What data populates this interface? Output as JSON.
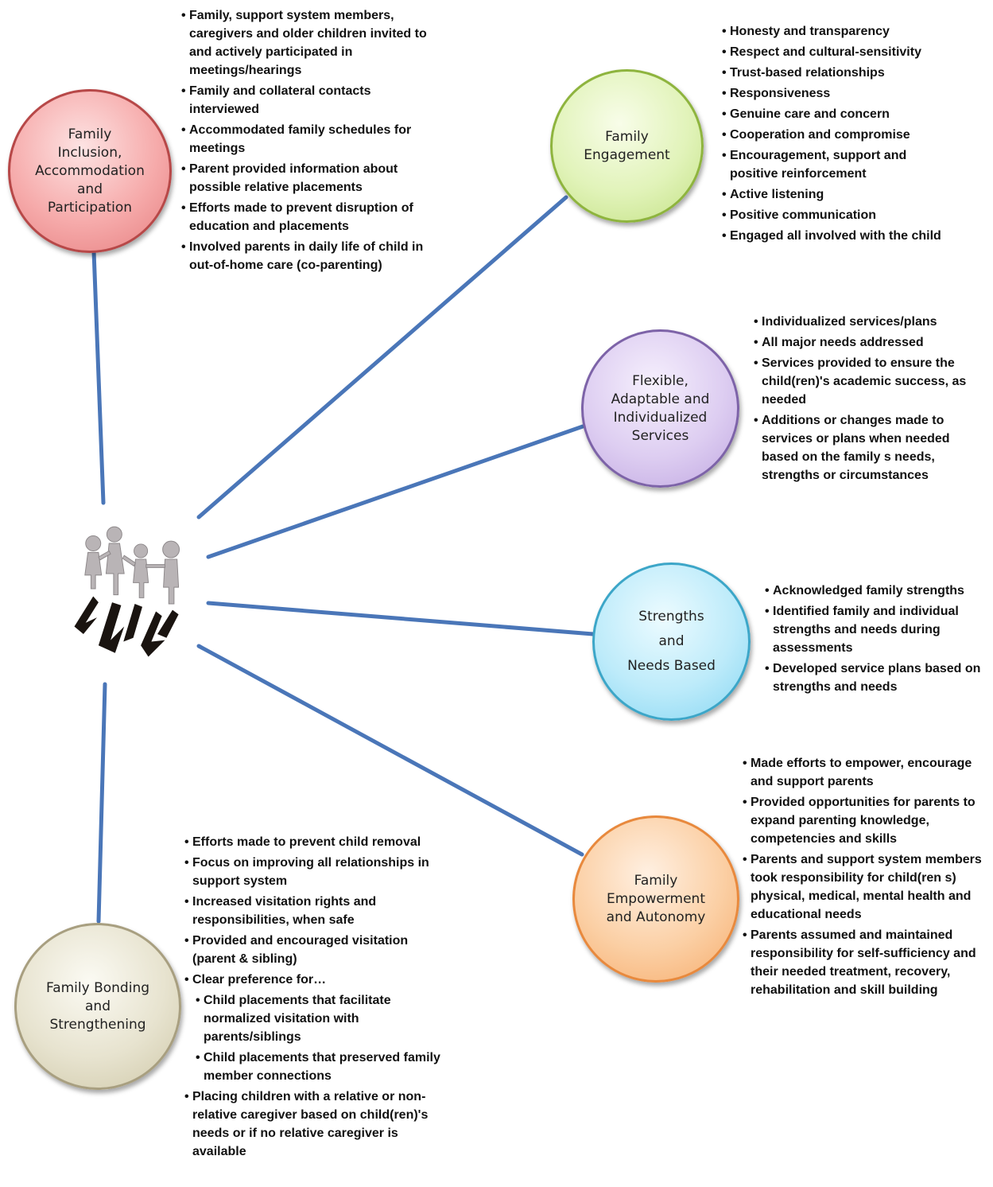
{
  "colors": {
    "connector": "#4a76b8",
    "inclusion": "#f2a3a3",
    "engagement": "#d6efa4",
    "flexible": "#d4c2ee",
    "strengths": "#aee4f7",
    "empowerment": "#f9c08e",
    "bonding": "#e4dfc8"
  },
  "center": {
    "icon": "family-silhouette-icon"
  },
  "nodes": {
    "inclusion": {
      "label": "Family\nInclusion,\nAccommodation\nand\nParticipation",
      "bullets": [
        "Family, support system members, caregivers and older children invited to and actively participated in meetings/hearings",
        "Family and collateral contacts interviewed",
        "Accommodated family schedules for meetings",
        "Parent provided information about possible relative placements",
        "Efforts made to prevent disruption of education and placements",
        "Involved parents in daily life of child in out-of-home care (co-parenting)"
      ]
    },
    "engagement": {
      "label": "Family\nEngagement",
      "bullets": [
        "Honesty and transparency",
        "Respect and cultural-sensitivity",
        "Trust-based relationships",
        "Responsiveness",
        "Genuine care and concern",
        "Cooperation and compromise",
        "Encouragement, support and positive reinforcement",
        "Active listening",
        "Positive communication",
        "Engaged all involved with the child"
      ]
    },
    "flexible": {
      "label": "Flexible,\nAdaptable and\nIndividualized\nServices",
      "bullets": [
        "Individualized services/plans",
        "All major needs addressed",
        "Services provided to ensure the child(ren)'s academic success, as needed",
        "Additions or changes made to services or plans when needed based on the family s needs, strengths or circumstances"
      ]
    },
    "strengths": {
      "label": "Strengths\nand\nNeeds Based",
      "bullets": [
        "Acknowledged family strengths",
        "Identified family and individual strengths and needs during assessments",
        "Developed service plans based on strengths and needs"
      ]
    },
    "empowerment": {
      "label": "Family\nEmpowerment\nand Autonomy",
      "bullets": [
        "Made efforts to empower, encourage and support parents",
        "Provided opportunities for parents to expand parenting knowledge, competencies and skills",
        "Parents and support system members took responsibility for child(ren s) physical, medical, mental health and educational needs",
        "Parents assumed and maintained responsibility for self-sufficiency and their needed treatment, recovery, rehabilitation and skill building"
      ]
    },
    "bonding": {
      "label": "Family Bonding\nand\nStrengthening",
      "bullets": [
        "Efforts made to prevent child removal",
        "Focus on improving all relationships in support system",
        "Increased visitation rights and responsibilities, when safe",
        "Provided and encouraged visitation (parent & sibling)",
        "Clear preference for…"
      ],
      "sub_bullets": [
        "Child placements that facilitate normalized visitation with parents/siblings",
        "Child placements that preserved family member connections"
      ],
      "final_bullet": "Placing children with a relative or non-relative caregiver based on child(ren)'s needs or if no relative caregiver is available"
    }
  }
}
